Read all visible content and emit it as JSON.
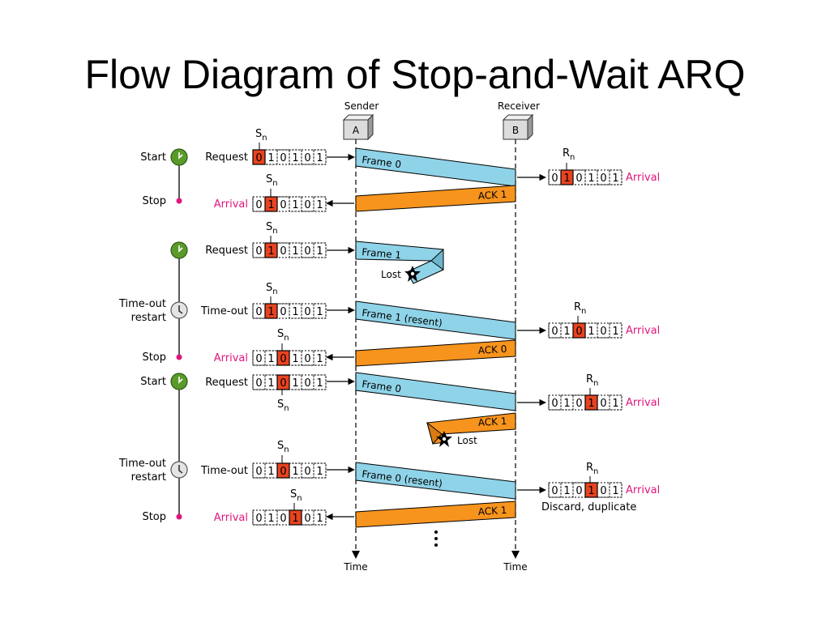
{
  "slide": {
    "title": "Flow Diagram of Stop-and-Wait ARQ"
  },
  "colors": {
    "frame": "#8fd3e8",
    "ack": "#f7941d",
    "highlight": "#e8431f",
    "arrival_text": "#e0157c",
    "start_clock": "#5a9a2a",
    "timeout_clock": "#e4e4e4",
    "stop_dot": "#e0157c"
  },
  "stations": {
    "sender_label": "Sender",
    "sender_box": "A",
    "receiver_label": "Receiver",
    "receiver_box": "B",
    "time_label": "Time"
  },
  "seq": {
    "sn_main": "S",
    "sn_sub": "n",
    "rn_main": "R",
    "rn_sub": "n"
  },
  "left_events": {
    "start": "Start",
    "stop": "Stop",
    "timeout_line1": "Time-out",
    "timeout_line2": "restart"
  },
  "sender_rows": {
    "r1_label": "Request",
    "r1_bits": [
      "0",
      "1",
      "0",
      "1",
      "0",
      "1"
    ],
    "r2_label": "Arrival",
    "r2_bits": [
      "0",
      "1",
      "0",
      "1",
      "0",
      "1"
    ],
    "r3_label": "Request",
    "r3_bits": [
      "0",
      "1",
      "0",
      "1",
      "0",
      "1"
    ],
    "r4_label": "Time-out",
    "r4_bits": [
      "0",
      "1",
      "0",
      "1",
      "0",
      "1"
    ],
    "r5_label": "Arrival",
    "r5_bits": [
      "0",
      "1",
      "0",
      "1",
      "0",
      "1"
    ],
    "r6_label": "Request",
    "r6_bits": [
      "0",
      "1",
      "0",
      "1",
      "0",
      "1"
    ],
    "r7_label": "Time-out",
    "r7_bits": [
      "0",
      "1",
      "0",
      "1",
      "0",
      "1"
    ],
    "r8_label": "Arrival",
    "r8_bits": [
      "0",
      "1",
      "0",
      "1",
      "0",
      "1"
    ]
  },
  "receiver_rows": {
    "r1_label": "Arrival",
    "r1_bits": [
      "0",
      "1",
      "0",
      "1",
      "0",
      "1"
    ],
    "r2_label": "Arrival",
    "r2_bits": [
      "0",
      "1",
      "0",
      "1",
      "0",
      "1"
    ],
    "r3_label": "Arrival",
    "r3_bits": [
      "0",
      "1",
      "0",
      "1",
      "0",
      "1"
    ],
    "r4_label": "Arrival",
    "r4_bits": [
      "0",
      "1",
      "0",
      "1",
      "0",
      "1"
    ],
    "discard_note": "Discard, duplicate"
  },
  "messages": {
    "m1": "Frame 0",
    "m2": "ACK 1",
    "m3": "Frame 1",
    "m4": "Frame 1 (resent)",
    "m5": "ACK 0",
    "m6": "Frame 0",
    "m7": "ACK 1",
    "m8": "Frame 0 (resent)",
    "m9": "ACK 1",
    "lost": "Lost"
  }
}
